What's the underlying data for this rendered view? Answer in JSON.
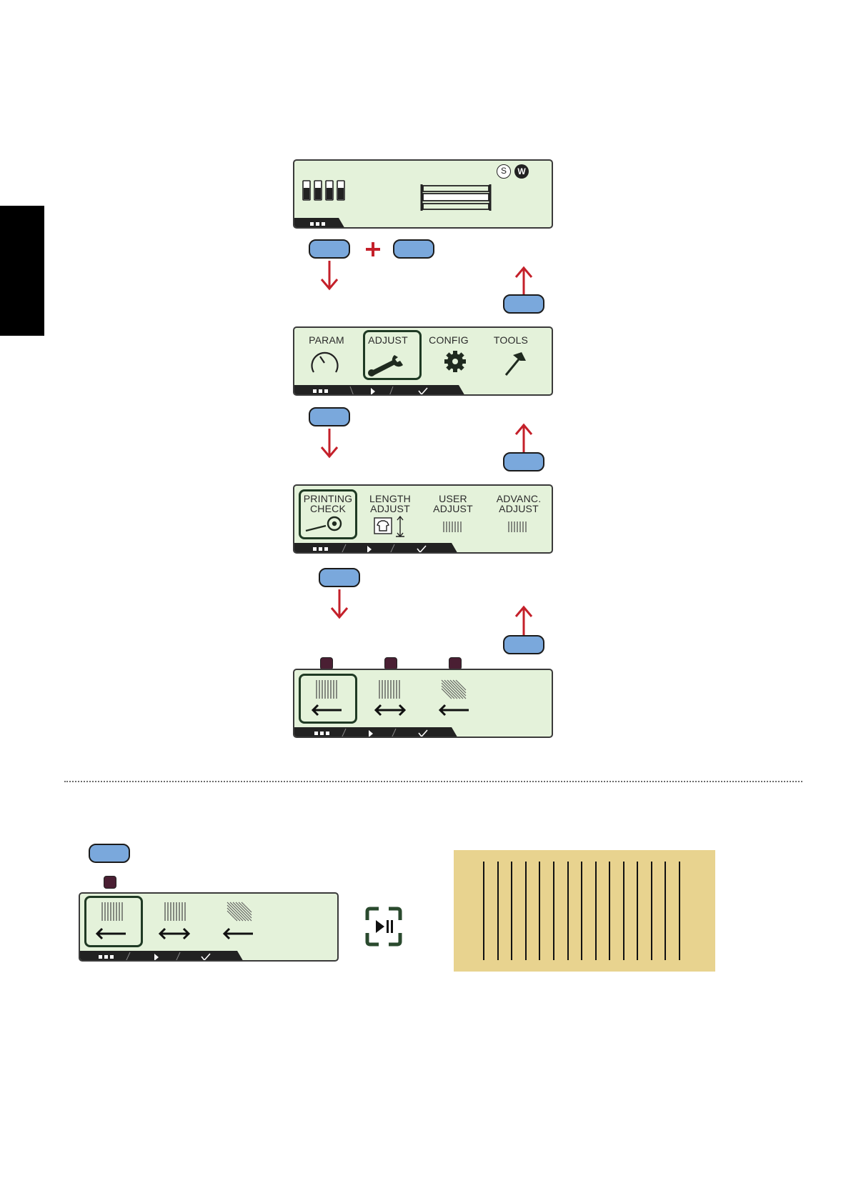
{
  "screen_menu": {
    "items": [
      {
        "label": "PARAM",
        "icon": "gauge-icon"
      },
      {
        "label": "ADJUST",
        "icon": "wrench-icon"
      },
      {
        "label": "CONFIG",
        "icon": "gear-icon"
      },
      {
        "label": "TOOLS",
        "icon": "hammer-icon"
      }
    ]
  },
  "screen_adjust": {
    "items": [
      {
        "line1": "PRINTING",
        "line2": "CHECK"
      },
      {
        "line1": "LENGTH",
        "line2": "ADJUST"
      },
      {
        "line1": "USER",
        "line2": "ADJUST"
      },
      {
        "line1": "ADVANC.",
        "line2": "ADJUST"
      }
    ]
  },
  "home_screen": {
    "status_s": "S",
    "status_w": "W"
  },
  "colors": {
    "lcd_background": "#e4f2da",
    "key_blue": "#7aa8dc",
    "arrow_red": "#c4202a",
    "marker": "#4a1f33",
    "sample_paper": "#e8d38f"
  },
  "icons": {
    "play_pause": "play-pause-icon",
    "softkey_menu": "dots-icon",
    "softkey_next": "play-triangle-icon",
    "softkey_ok": "checkmark-icon"
  }
}
